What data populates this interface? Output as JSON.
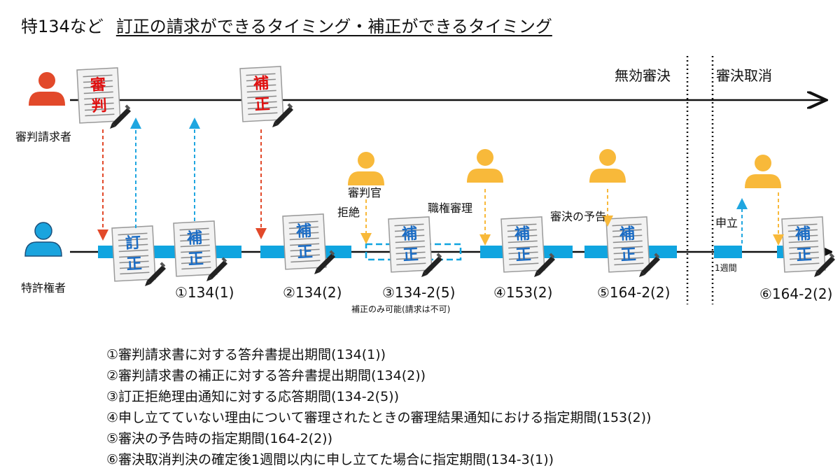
{
  "title": {
    "prefix": "特134など",
    "main": "訂正の請求ができるタイミング・補正ができるタイミング"
  },
  "actors": {
    "demandant": "審判請求者",
    "patentee": "特許権者",
    "examiner": "審判官"
  },
  "sections": {
    "invalidation": "無効審決",
    "revocation": "審決取消"
  },
  "events": {
    "refusal": "拒絶",
    "ex_officio": "職権審理",
    "advance_notice": "審決の予告",
    "petition": "申立",
    "one_week": "1週間"
  },
  "stamps": {
    "trial": [
      "審",
      "判"
    ],
    "correction": [
      "補",
      "正"
    ],
    "amendment": [
      "訂",
      "正"
    ]
  },
  "periods": [
    {
      "label": "①134(1)"
    },
    {
      "label": "②134(2)"
    },
    {
      "label": "③134-2(5)"
    },
    {
      "label": "④153(2)"
    },
    {
      "label": "⑤164-2(2)"
    },
    {
      "label": "⑥164-2(2)"
    }
  ],
  "period3_note": "補正のみ可能(請求は不可)",
  "notes": [
    "①審判請求書に対する答弁書提出期間(134(1))",
    "②審判請求書の補正に対する答弁書提出期間(134(2))",
    "③訂正拒絶理由通知に対する応答期間(134-2(5))",
    "④申し立てていない理由について審理されたときの審理結果通知における指定期間(153(2))",
    "⑤審決の予告時の指定期間(164-2(2))",
    "⑥審決取消判決の確定後1週間以内に申し立てた場合に指定期間(134-3(1))"
  ],
  "colors": {
    "demandant": "#E2492A",
    "patentee": "#1AA4DE",
    "examiner": "#F8B93A",
    "period": "#10A5E0",
    "red_arrow": "#E2492A",
    "blue_arrow": "#1FA6E0",
    "orange_arrow": "#F8B93A"
  }
}
